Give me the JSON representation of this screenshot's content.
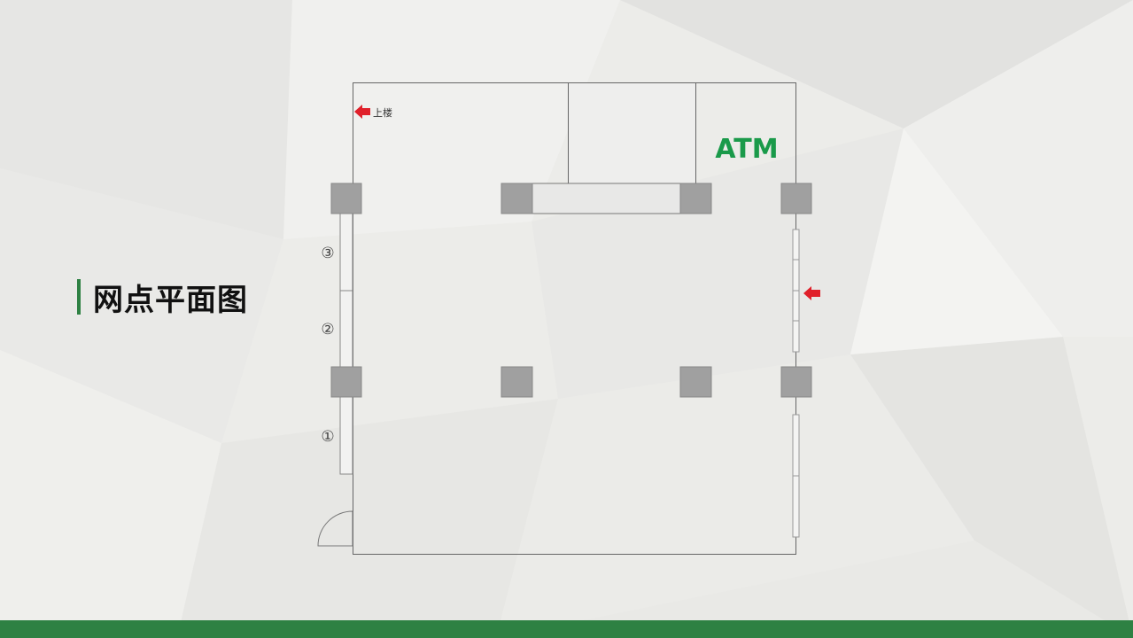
{
  "title": "网点平面图",
  "floor_plan": {
    "atm_label": "ATM",
    "upstairs_label": "上楼",
    "window_labels": [
      "①",
      "②",
      "③"
    ]
  },
  "colors": {
    "accent_green": "#2e8143",
    "atm_green": "#1a9a4a",
    "arrow_red": "#e0202a",
    "pillar_gray": "#a0a0a0",
    "wall_line": "#666666"
  },
  "icons": [
    "arrow-left-icon"
  ]
}
